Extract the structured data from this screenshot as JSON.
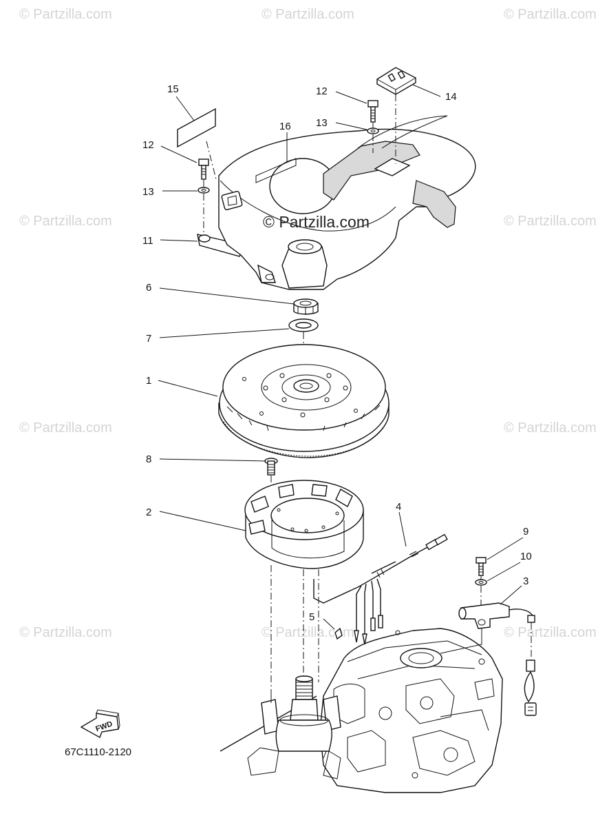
{
  "watermarks": {
    "corner": "© Partzilla.com",
    "center": "© Partzilla.com"
  },
  "callouts": {
    "p1": "1",
    "p2": "2",
    "p3": "3",
    "p4": "4",
    "p5": "5",
    "p6": "6",
    "p7": "7",
    "p8": "8",
    "p9": "9",
    "p10": "10",
    "p11": "11",
    "p12a": "12",
    "p12b": "12",
    "p13a": "13",
    "p13b": "13",
    "p14": "14",
    "p15": "15",
    "p16": "16"
  },
  "fwd_arrow": "FWD",
  "diagram_code": "67C1110-2120"
}
